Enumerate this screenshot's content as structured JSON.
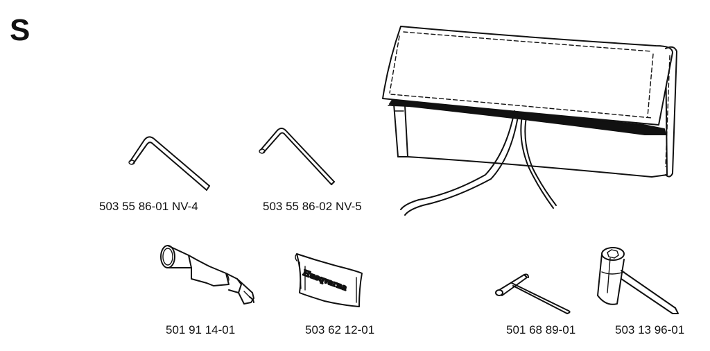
{
  "section": {
    "letter": "S"
  },
  "parts": [
    {
      "id": "hex-key-nv4",
      "part_number": "503 55 86-01",
      "code": "NV-4",
      "icon": "hex-key-icon"
    },
    {
      "id": "hex-key-nv5",
      "part_number": "503 55 86-02",
      "code": "NV-5",
      "icon": "hex-key-icon"
    },
    {
      "id": "chain-bar-cover",
      "part_number": "",
      "code": "",
      "icon": "bar-cover-icon"
    },
    {
      "id": "bearing-press-tool",
      "part_number": "501 91 14-01",
      "code": "",
      "icon": "punch-tool-icon"
    },
    {
      "id": "husqvarna-pouch",
      "part_number": "503 62 12-01",
      "code": "",
      "icon": "tool-pouch-icon",
      "brand_text": "Husqvarna"
    },
    {
      "id": "t-wrench",
      "part_number": "501 68 89-01",
      "code": "",
      "icon": "t-wrench-icon"
    },
    {
      "id": "combination-spanner",
      "part_number": "503 13 96-01",
      "code": "",
      "icon": "combi-wrench-icon"
    }
  ]
}
